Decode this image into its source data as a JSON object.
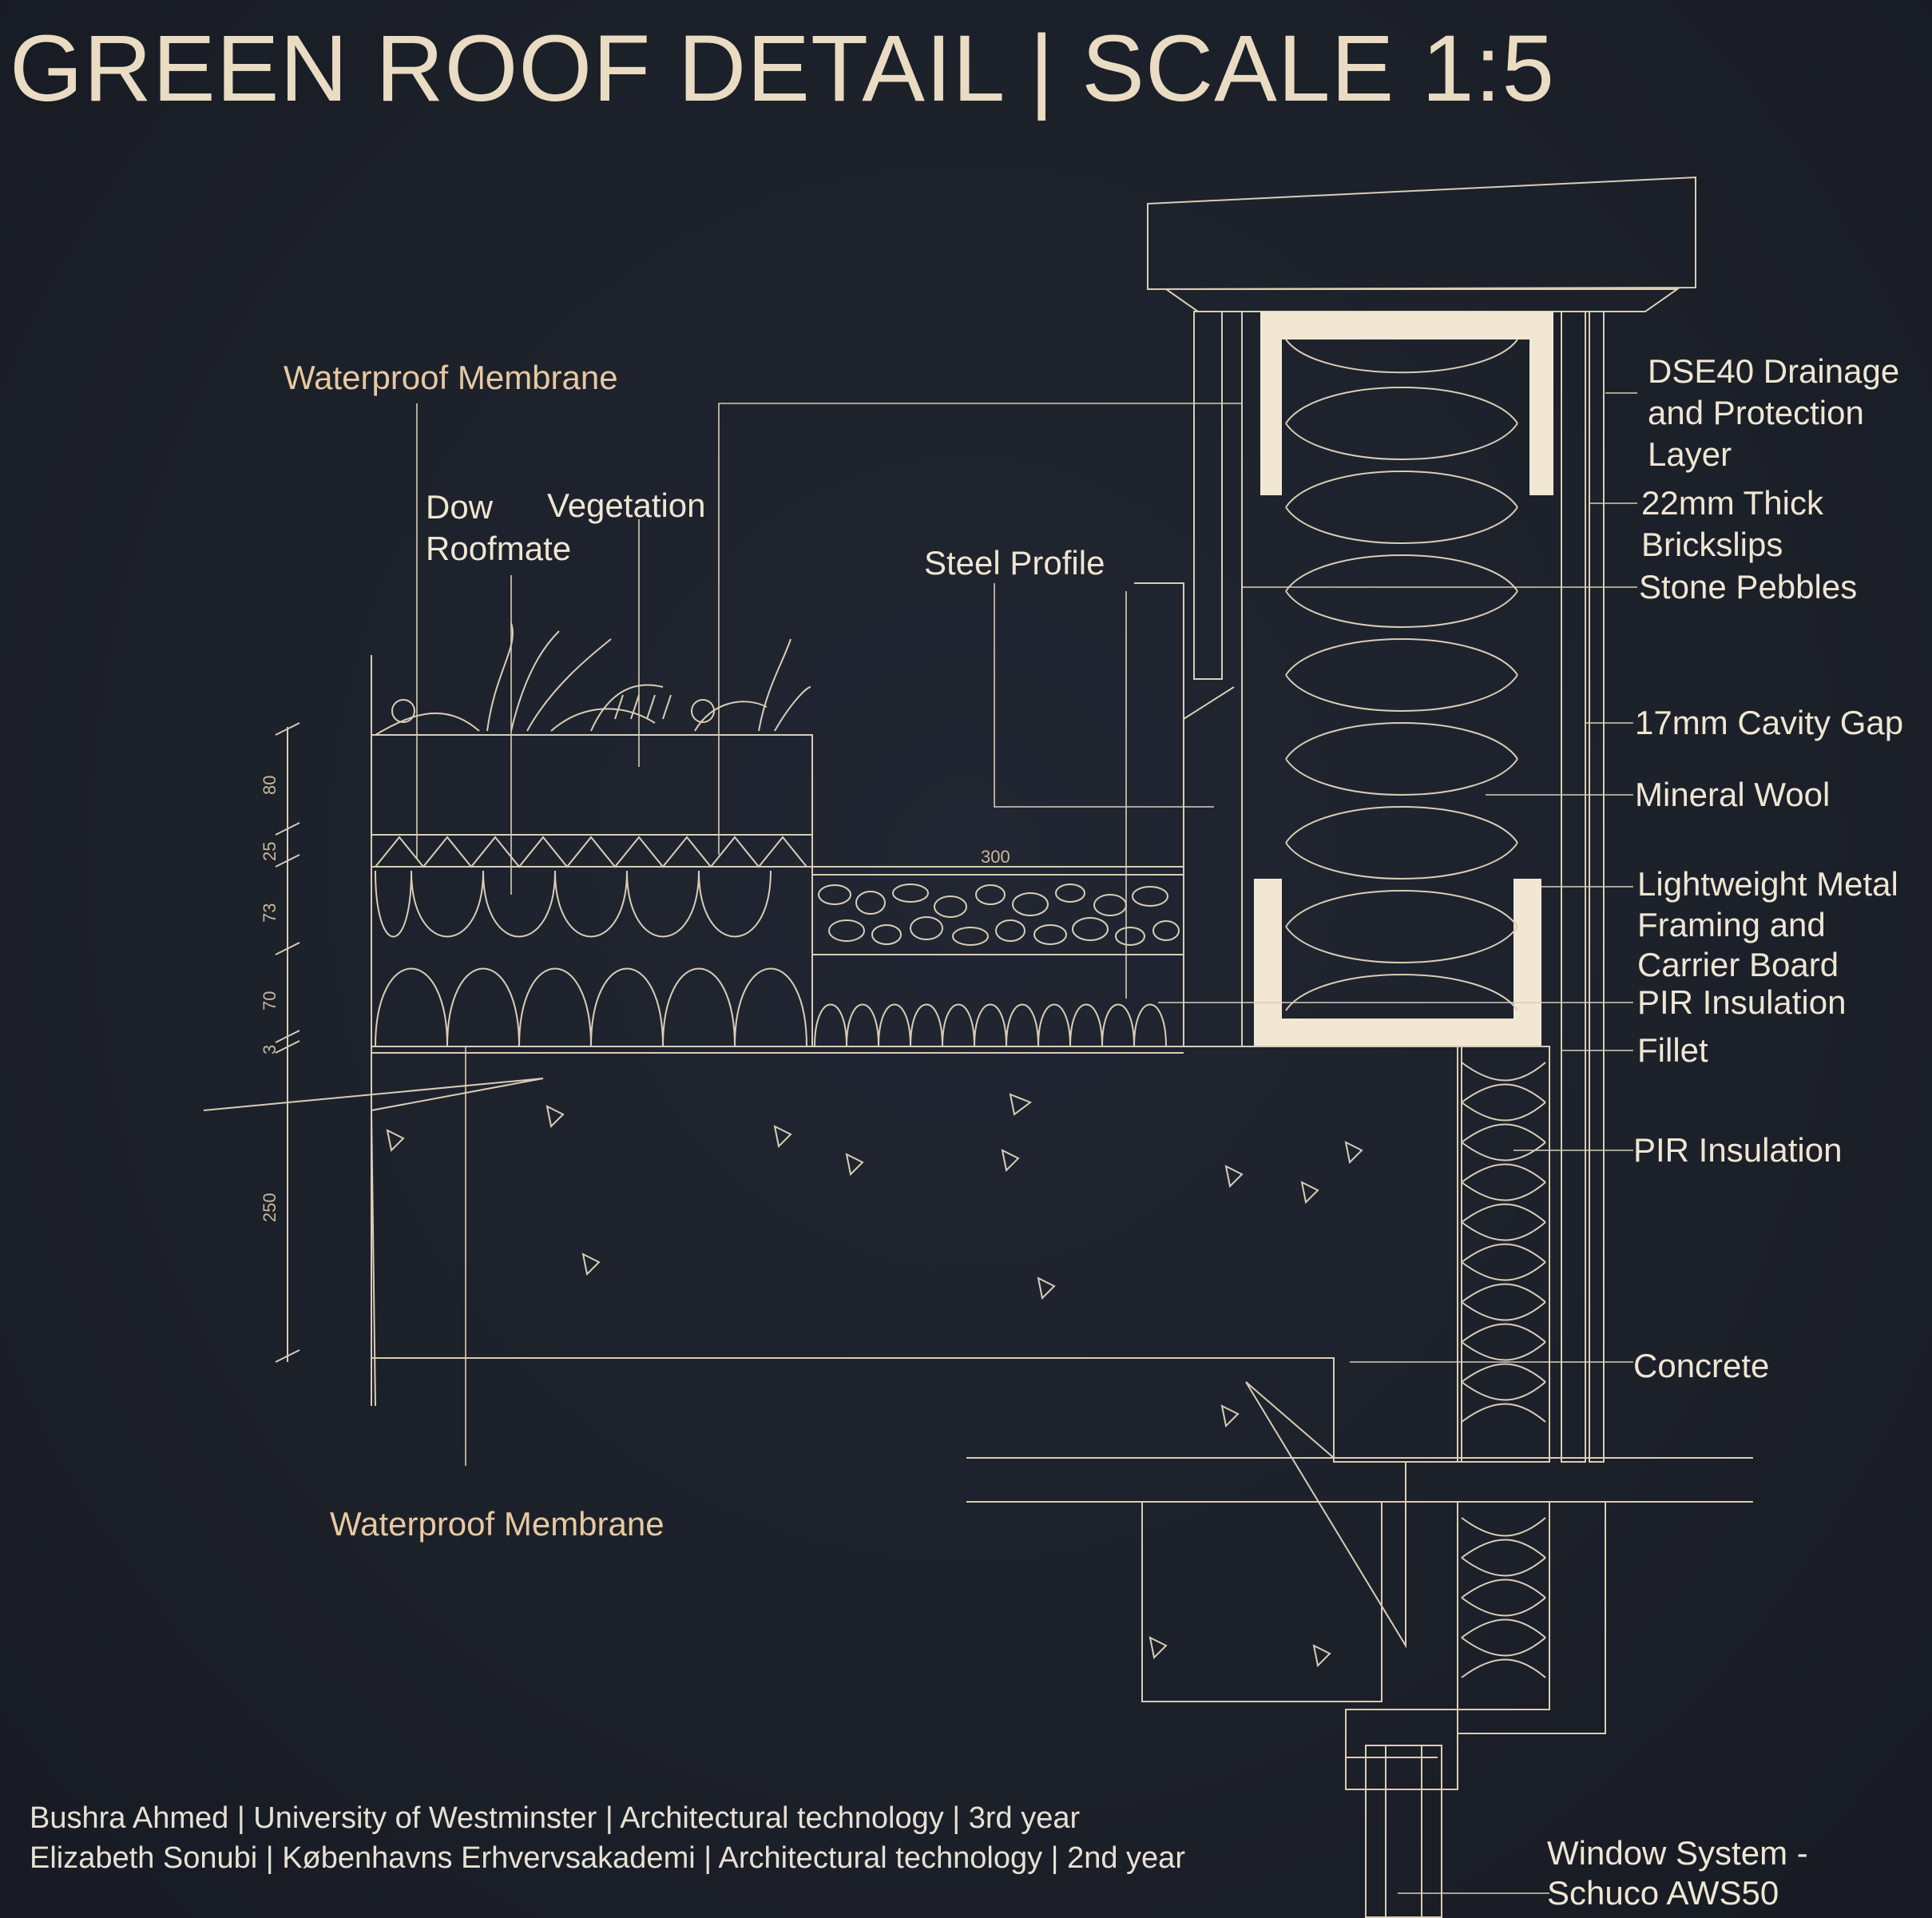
{
  "title": "GREEN ROOF DETAIL | SCALE 1:5",
  "labels": {
    "waterproof_membrane_top": "Waterproof Membrane",
    "dow_roofmate_1": "Dow",
    "dow_roofmate_2": "Roofmate",
    "vegetation": "Vegetation",
    "steel_profile": "Steel Profile",
    "dse40_1": "DSE40 Drainage",
    "dse40_2": "and Protection",
    "dse40_3": "Layer",
    "brickslips_1": "22mm Thick",
    "brickslips_2": "Brickslips",
    "stone_pebbles": "Stone Pebbles",
    "cavity_gap": "17mm Cavity Gap",
    "mineral_wool": "Mineral Wool",
    "framing_1": "Lightweight Metal",
    "framing_2": "Framing and",
    "framing_3": "Carrier Board",
    "pir_1": "PIR Insulation",
    "fillet": "Fillet",
    "pir_2": "PIR Insulation",
    "concrete": "Concrete",
    "waterproof_membrane_bottom": "Waterproof Membrane",
    "window_1": "Window System -",
    "window_2": "Schuco AWS50"
  },
  "dimensions": {
    "d80": "80",
    "d25": "25",
    "d73": "73",
    "d70": "70",
    "d3": "3",
    "d250": "250",
    "d300": "300"
  },
  "credits": [
    "Bushra Ahmed | University of Westminster | Architectural technology | 3rd year",
    "Elizabeth Sonubi | Københavns Erhvervsakademi | Architectural technology | 2nd year"
  ],
  "colors": {
    "background": "#1c2029",
    "line": "#d9cdb6",
    "label": "#efe6d3",
    "title": "#e9dcc2",
    "highlight": "#f1e7d2"
  }
}
